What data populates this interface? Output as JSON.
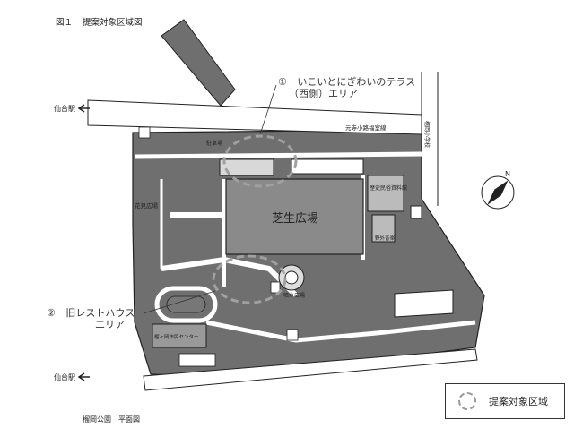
{
  "figure": {
    "number": "図１",
    "title": "提案対象区域図",
    "footer": "榴岡公園　平面図"
  },
  "callouts": {
    "area1_number": "①",
    "area1_line1": "いこいとにぎわいのテラス",
    "area1_line2": "（西側）エリア",
    "area2_number": "②",
    "area2_line1": "旧レストハウス",
    "area2_line2": "エリア"
  },
  "map_labels": {
    "lawn": "芝生広場",
    "sendai_station_top": "仙台駅",
    "sendai_station_bottom": "仙台駅",
    "road_north": "元寺小路福室線",
    "road_east": "榴岡小学校",
    "hanami": "花見広場",
    "fountain": "噴水広場",
    "museum": "歴史民俗資料館",
    "community_center": "榴ヶ岡市民センター",
    "plaza_small": "野外音楽",
    "parking": "駐車場"
  },
  "legend": {
    "label": "提案対象区域"
  },
  "colors": {
    "road": "#ffffff",
    "park_fill": "#6f6f6f",
    "lawn_fill": "#8a8a8a",
    "outline": "#222222",
    "dashed_area": "#a0a0a0"
  }
}
